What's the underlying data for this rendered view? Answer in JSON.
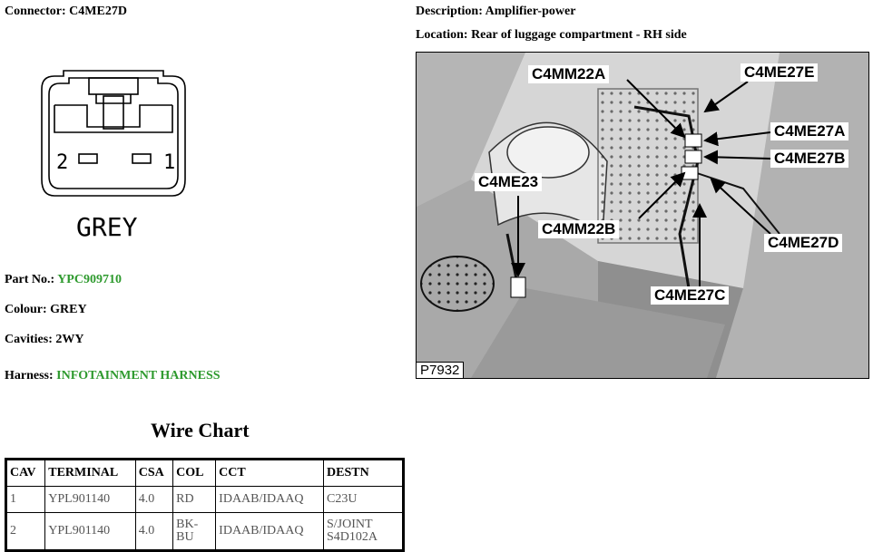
{
  "connector": {
    "label": "Connector:",
    "value": "C4ME27D"
  },
  "description": {
    "label": "Description:",
    "value": "Amplifier-power"
  },
  "location": {
    "label": "Location:",
    "value": "Rear of luggage compartment - RH side"
  },
  "connector_face": {
    "pin_left": "2",
    "pin_right": "1",
    "colour_text": "GREY"
  },
  "part_no": {
    "label": "Part No.:",
    "value": "YPC909710"
  },
  "colour": {
    "label": "Colour:",
    "value": "GREY"
  },
  "cavities": {
    "label": "Cavities:",
    "value": "2WY"
  },
  "harness": {
    "label": "Harness:",
    "value": "INFOTAINMENT HARNESS"
  },
  "wire_chart": {
    "title": "Wire Chart",
    "headers": [
      "CAV",
      "TERMINAL",
      "CSA",
      "COL",
      "CCT",
      "DESTN"
    ],
    "rows": [
      [
        "1",
        "YPL901140",
        "4.0",
        "RD",
        "IDAAB/IDAAQ",
        "C23U"
      ],
      [
        "2",
        "YPL901140",
        "4.0",
        "BK-BU",
        "IDAAB/IDAAQ",
        "S/JOINT S4D102A"
      ]
    ]
  },
  "photo": {
    "reference": "P7932",
    "callouts": {
      "c4mm22a": "C4MM22A",
      "c4me27e": "C4ME27E",
      "c4me27a": "C4ME27A",
      "c4me27b": "C4ME27B",
      "c4me23": "C4ME23",
      "c4mm22b": "C4MM22B",
      "c4me27d": "C4ME27D",
      "c4me27c": "C4ME27C"
    }
  },
  "colors": {
    "green_value": "#2e9a2e"
  }
}
